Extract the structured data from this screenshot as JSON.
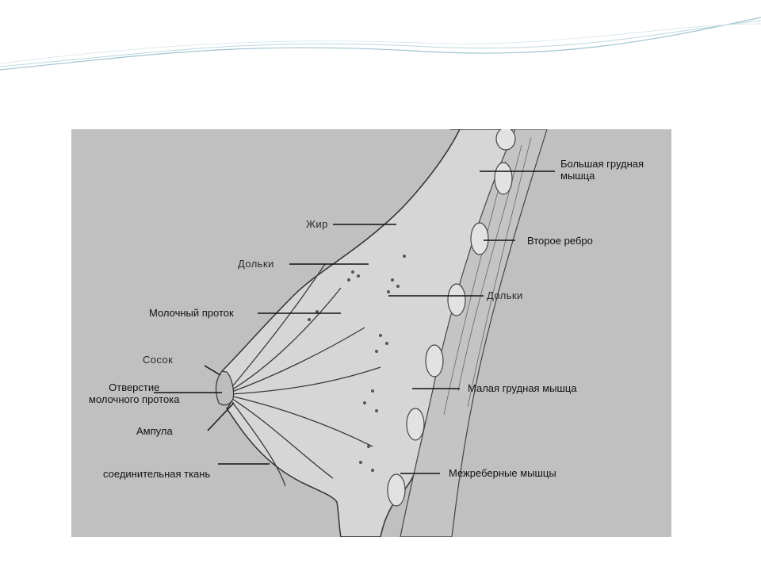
{
  "labels": {
    "pectoralis_major": [
      "Большая грудная",
      "мышца"
    ],
    "fat": "Жир",
    "lobules_upper": "Дольки",
    "second_rib": "Второе ребро",
    "lobules_right": "Дольки",
    "milk_duct": "Молочный проток",
    "nipple": "Сосок",
    "duct_opening": [
      "Отверстие",
      "молочного протока"
    ],
    "pectoralis_minor": "Малая грудная мышца",
    "ampulla": "Ампула",
    "connective_tissue": "соединительная ткань",
    "intercostal_muscles": "Межреберные мышцы"
  },
  "colors": {
    "panel_background": "#c0c0c0",
    "tissue_fill": "#d6d6d6",
    "line": "#111111",
    "decor_wave": "#9fc3cf"
  }
}
